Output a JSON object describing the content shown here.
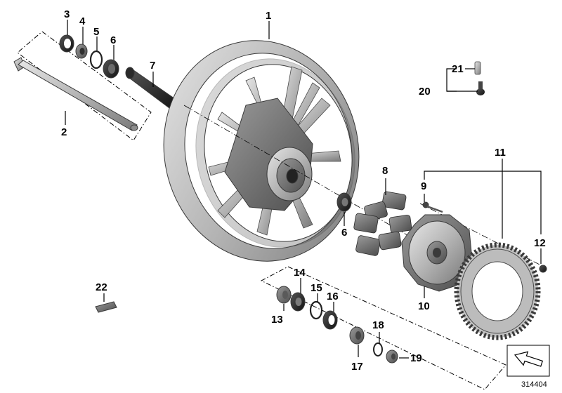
{
  "figure": {
    "document_number": "314404",
    "part_numbers": [
      "1",
      "2",
      "3",
      "4",
      "5",
      "6",
      "6",
      "7",
      "8",
      "9",
      "10",
      "11",
      "12",
      "13",
      "14",
      "15",
      "16",
      "17",
      "18",
      "19",
      "20",
      "21",
      "22"
    ]
  },
  "colors": {
    "metal_light": "#d4d4d4",
    "metal_mid": "#a8a8a8",
    "metal_dark": "#6e6e6e",
    "rubber": "#2b2b2b",
    "ink": "#000000"
  },
  "icons": {
    "nav_arrow": "navigation-arrow-icon"
  }
}
